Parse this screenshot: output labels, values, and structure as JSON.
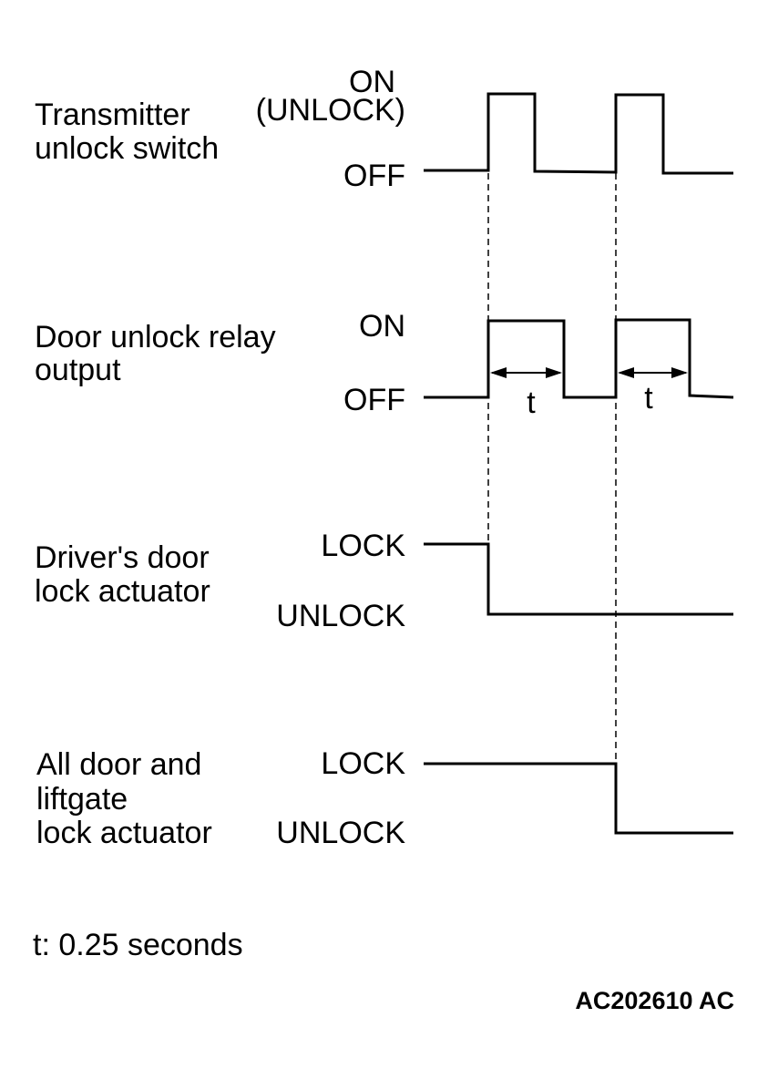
{
  "signals": [
    {
      "name_lines": [
        "Transmitter",
        "unlock switch"
      ],
      "high_label_lines": [
        "ON",
        "(UNLOCK)"
      ],
      "low_label": "OFF"
    },
    {
      "name_lines": [
        "Door unlock relay",
        "output"
      ],
      "high_label_lines": [
        "ON"
      ],
      "low_label": "OFF",
      "pulse_marks": [
        "t",
        "t"
      ]
    },
    {
      "name_lines": [
        "Driver's door",
        "lock actuator"
      ],
      "high_label_lines": [
        "LOCK"
      ],
      "low_label": "UNLOCK"
    },
    {
      "name_lines": [
        "All door and",
        "liftgate",
        "lock actuator"
      ],
      "high_label_lines": [
        "LOCK"
      ],
      "low_label": "UNLOCK"
    }
  ],
  "note": "t: 0.25 seconds",
  "figure_code": "AC202610 AC"
}
